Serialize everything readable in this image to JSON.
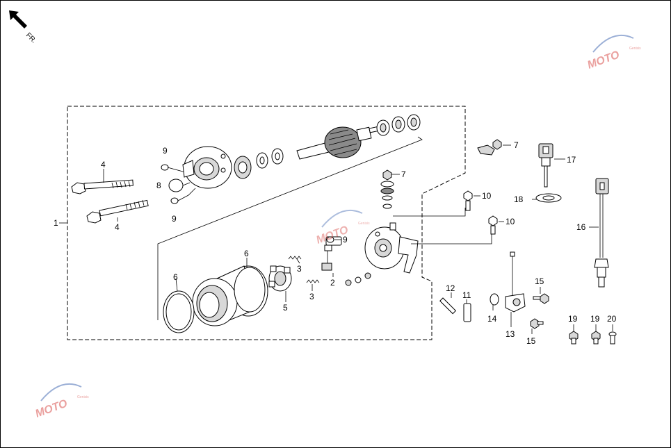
{
  "orientation": {
    "label": "FR."
  },
  "watermark": {
    "text": "MOTO",
    "tagline": "Genisis"
  },
  "callouts": [
    "1",
    "2",
    "3",
    "3",
    "4",
    "4",
    "5",
    "6",
    "6",
    "7",
    "7",
    "8",
    "9",
    "9",
    "9",
    "10",
    "10",
    "11",
    "12",
    "13",
    "14",
    "15",
    "15",
    "16",
    "17",
    "18",
    "19",
    "19",
    "20"
  ],
  "colors": {
    "line": "#000000",
    "background": "#ffffff",
    "watermark_red": "#d9534f",
    "watermark_blue": "#4a6fb5"
  }
}
